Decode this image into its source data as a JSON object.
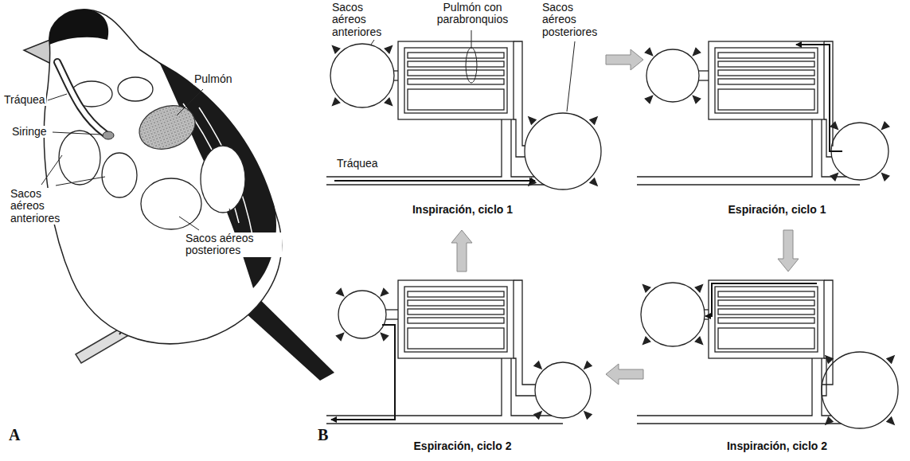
{
  "diagram": {
    "nodes": [
      {
        "text": [
          "Inspiración, ciclo 1"
        ]
      },
      {
        "text": [
          "Espiración, ciclo 1"
        ]
      },
      {
        "text": [
          "Espiración, ciclo 2"
        ]
      },
      {
        "text": [
          "Inspiración, ciclo 2"
        ]
      }
    ],
    "edges": [
      {
        "from": 0,
        "to": 1,
        "arrow": "to"
      },
      {
        "from": 1,
        "to": 3,
        "arrow": "to"
      },
      {
        "from": 3,
        "to": 2,
        "arrow": "to"
      },
      {
        "from": 2,
        "to": 0,
        "arrow": "to"
      }
    ],
    "labels": [
      "A",
      "Tráquea",
      "Siringe",
      "Pulmón",
      "Sacos aéreos anteriores",
      "Sacos aéreos posteriores",
      "B",
      "Sacos aéreos anteriores",
      "Pulmón con parabronquios",
      "Sacos aéreos posteriores",
      "Tráquea"
    ]
  }
}
